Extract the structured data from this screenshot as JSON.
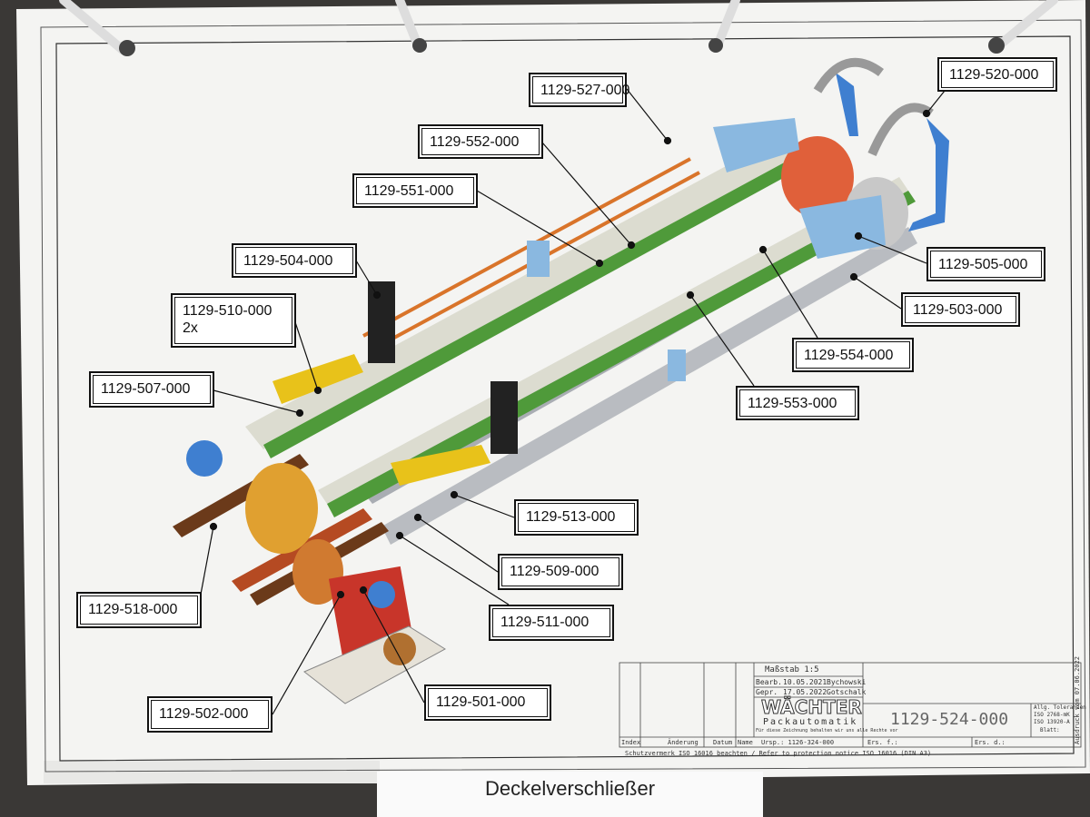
{
  "drawing": {
    "callouts": [
      {
        "label": "1129-527-000"
      },
      {
        "label": "1129-520-000"
      },
      {
        "label": "1129-552-000"
      },
      {
        "label": "1129-551-000"
      },
      {
        "label": "1129-504-000"
      },
      {
        "label": "1129-510-000\n2x"
      },
      {
        "label": "1129-505-000"
      },
      {
        "label": "1129-503-000"
      },
      {
        "label": "1129-554-000"
      },
      {
        "label": "1129-507-000"
      },
      {
        "label": "1129-553-000"
      },
      {
        "label": "1129-513-000"
      },
      {
        "label": "1129-509-000"
      },
      {
        "label": "1129-511-000"
      },
      {
        "label": "1129-518-000"
      },
      {
        "label": "1129-502-000"
      },
      {
        "label": "1129-501-000"
      }
    ],
    "title_block": {
      "scale": "Maßstab 1:5",
      "drawn_label": "Bearb.",
      "drawn_date": "10.05.2021",
      "drawn_by": "Bychowski",
      "checked_label": "Gepr.",
      "checked_date": "17.05.2022",
      "checked_by": "Gotschalk",
      "company": "WÄCHTER",
      "company_sub": "Packautomatik",
      "rights": "Für diese Zeichnung behalten wir uns alle Rechte vor",
      "drawing_number": "1129-524-000",
      "tolerances": "Allg. Toleranzen",
      "tol1": "ISO 2768-mK",
      "tol2": "ISO 13920-A",
      "sheet": "Blatt:",
      "col_index": "Index",
      "col_change": "Änderung",
      "col_date": "Datum",
      "col_name": "Name",
      "origin": "Ursp.: 1126-324-000",
      "replaces": "Ers. f.:",
      "replaced_by": "Ers. d.:",
      "protection": "Schutzvermerk ISO 16016 beachten / Refer to protection notice ISO 16016   (DIN A3)",
      "print_note": "Ausdruck vom 07.06.2022"
    }
  },
  "bottom_label": "Deckelverschließer",
  "colors": {
    "rail_green": "#4f9a3a",
    "yellow": "#e8c21a",
    "orange": "#d9742a",
    "blue": "#3f7fd0",
    "red": "#c8352a",
    "gray": "#9aa0a8"
  }
}
